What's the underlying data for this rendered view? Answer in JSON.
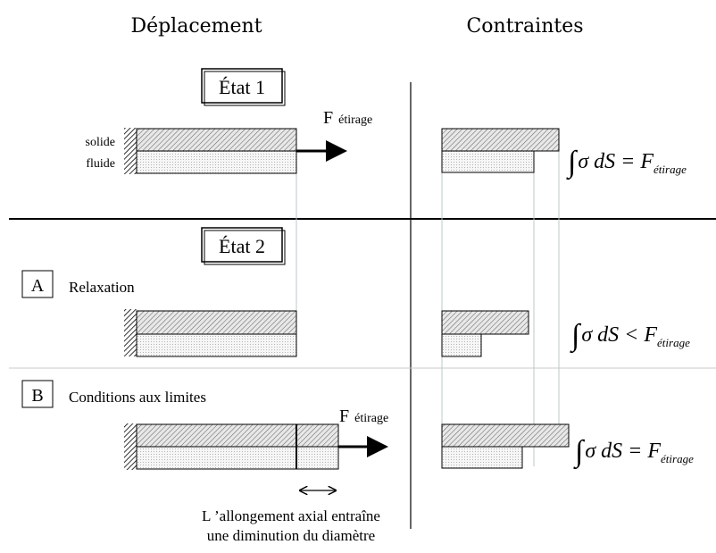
{
  "header": {
    "left": "Déplacement",
    "right": "Contraintes"
  },
  "state1": {
    "title": "État 1",
    "label_solid": "solide",
    "label_fluid": "fluide",
    "force": "F",
    "force_sub": "étirage",
    "equation": {
      "integral": "∫",
      "body": "σ dS = F",
      "sub": "étirage"
    }
  },
  "state2": {
    "title": "État 2",
    "case_a": {
      "letter": "A",
      "label": "Relaxation",
      "equation": {
        "integral": "∫",
        "body": "σ dS < F",
        "sub": "étirage"
      }
    },
    "case_b": {
      "letter": "B",
      "label": "Conditions aux limites",
      "force": "F",
      "force_sub": "étirage",
      "equation": {
        "integral": "∫",
        "body": "σ dS = F",
        "sub": "étirage"
      }
    }
  },
  "caption": {
    "line1": "L ’allongement axial entraîne",
    "line2": "une diminution du diamètre"
  },
  "colors": {
    "solid_fill": "#e8e8e8",
    "fluid_fill": "#f4f4f4",
    "guide_line": "#b8c8c8",
    "line": "#000000"
  }
}
